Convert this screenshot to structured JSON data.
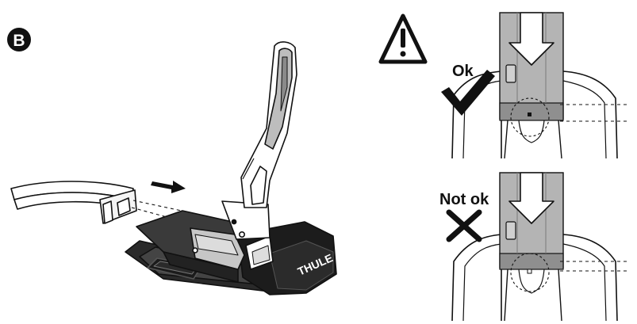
{
  "step": {
    "letter": "B"
  },
  "product": {
    "brand": "THULE"
  },
  "callouts": {
    "ok_label": "Ok",
    "not_ok_label": "Not ok"
  },
  "colors": {
    "ink": "#111111",
    "clamp_gray": "#b4b4b4",
    "clamp_dark": "#8f8f8f",
    "base_dark": "#1a1a1a"
  },
  "icons": {
    "warning": "warning-triangle-icon",
    "ok": "checkmark-icon",
    "not_ok": "cross-icon",
    "direction": "arrow-right-icon"
  }
}
